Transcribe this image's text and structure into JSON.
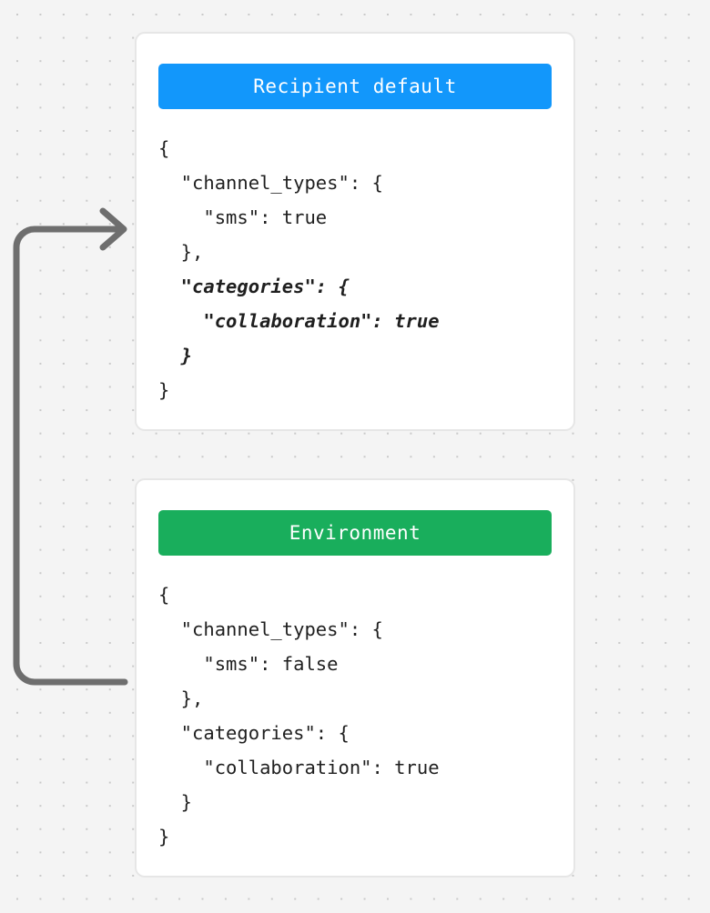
{
  "canvas": {
    "background_color": "#f4f4f4",
    "dot_color": "#c9c9c9"
  },
  "arrow": {
    "name": "recipient-to-environment-arrow",
    "color": "#6e6e6e",
    "description": "looping arrow from lower-left pointing right into the Recipient default card"
  },
  "cards": [
    {
      "id": "recipient-default",
      "header": {
        "label": "Recipient default",
        "color": "#1297fb"
      },
      "code_lines": [
        {
          "text": "{",
          "emphasis": false
        },
        {
          "text": "  \"channel_types\": {",
          "emphasis": false
        },
        {
          "text": "    \"sms\": true",
          "emphasis": false
        },
        {
          "text": "  },",
          "emphasis": false
        },
        {
          "text": "  \"categories\": {",
          "emphasis": true
        },
        {
          "text": "    \"collaboration\": true",
          "emphasis": true
        },
        {
          "text": "  }",
          "emphasis": true
        },
        {
          "text": "}",
          "emphasis": false
        }
      ]
    },
    {
      "id": "environment",
      "header": {
        "label": "Environment",
        "color": "#19ae5c"
      },
      "code_lines": [
        {
          "text": "{",
          "emphasis": false
        },
        {
          "text": "  \"channel_types\": {",
          "emphasis": false
        },
        {
          "text": "    \"sms\": false",
          "emphasis": false
        },
        {
          "text": "  },",
          "emphasis": false
        },
        {
          "text": "  \"categories\": {",
          "emphasis": false
        },
        {
          "text": "    \"collaboration\": true",
          "emphasis": false
        },
        {
          "text": "  }",
          "emphasis": false
        },
        {
          "text": "}",
          "emphasis": false
        }
      ]
    }
  ]
}
